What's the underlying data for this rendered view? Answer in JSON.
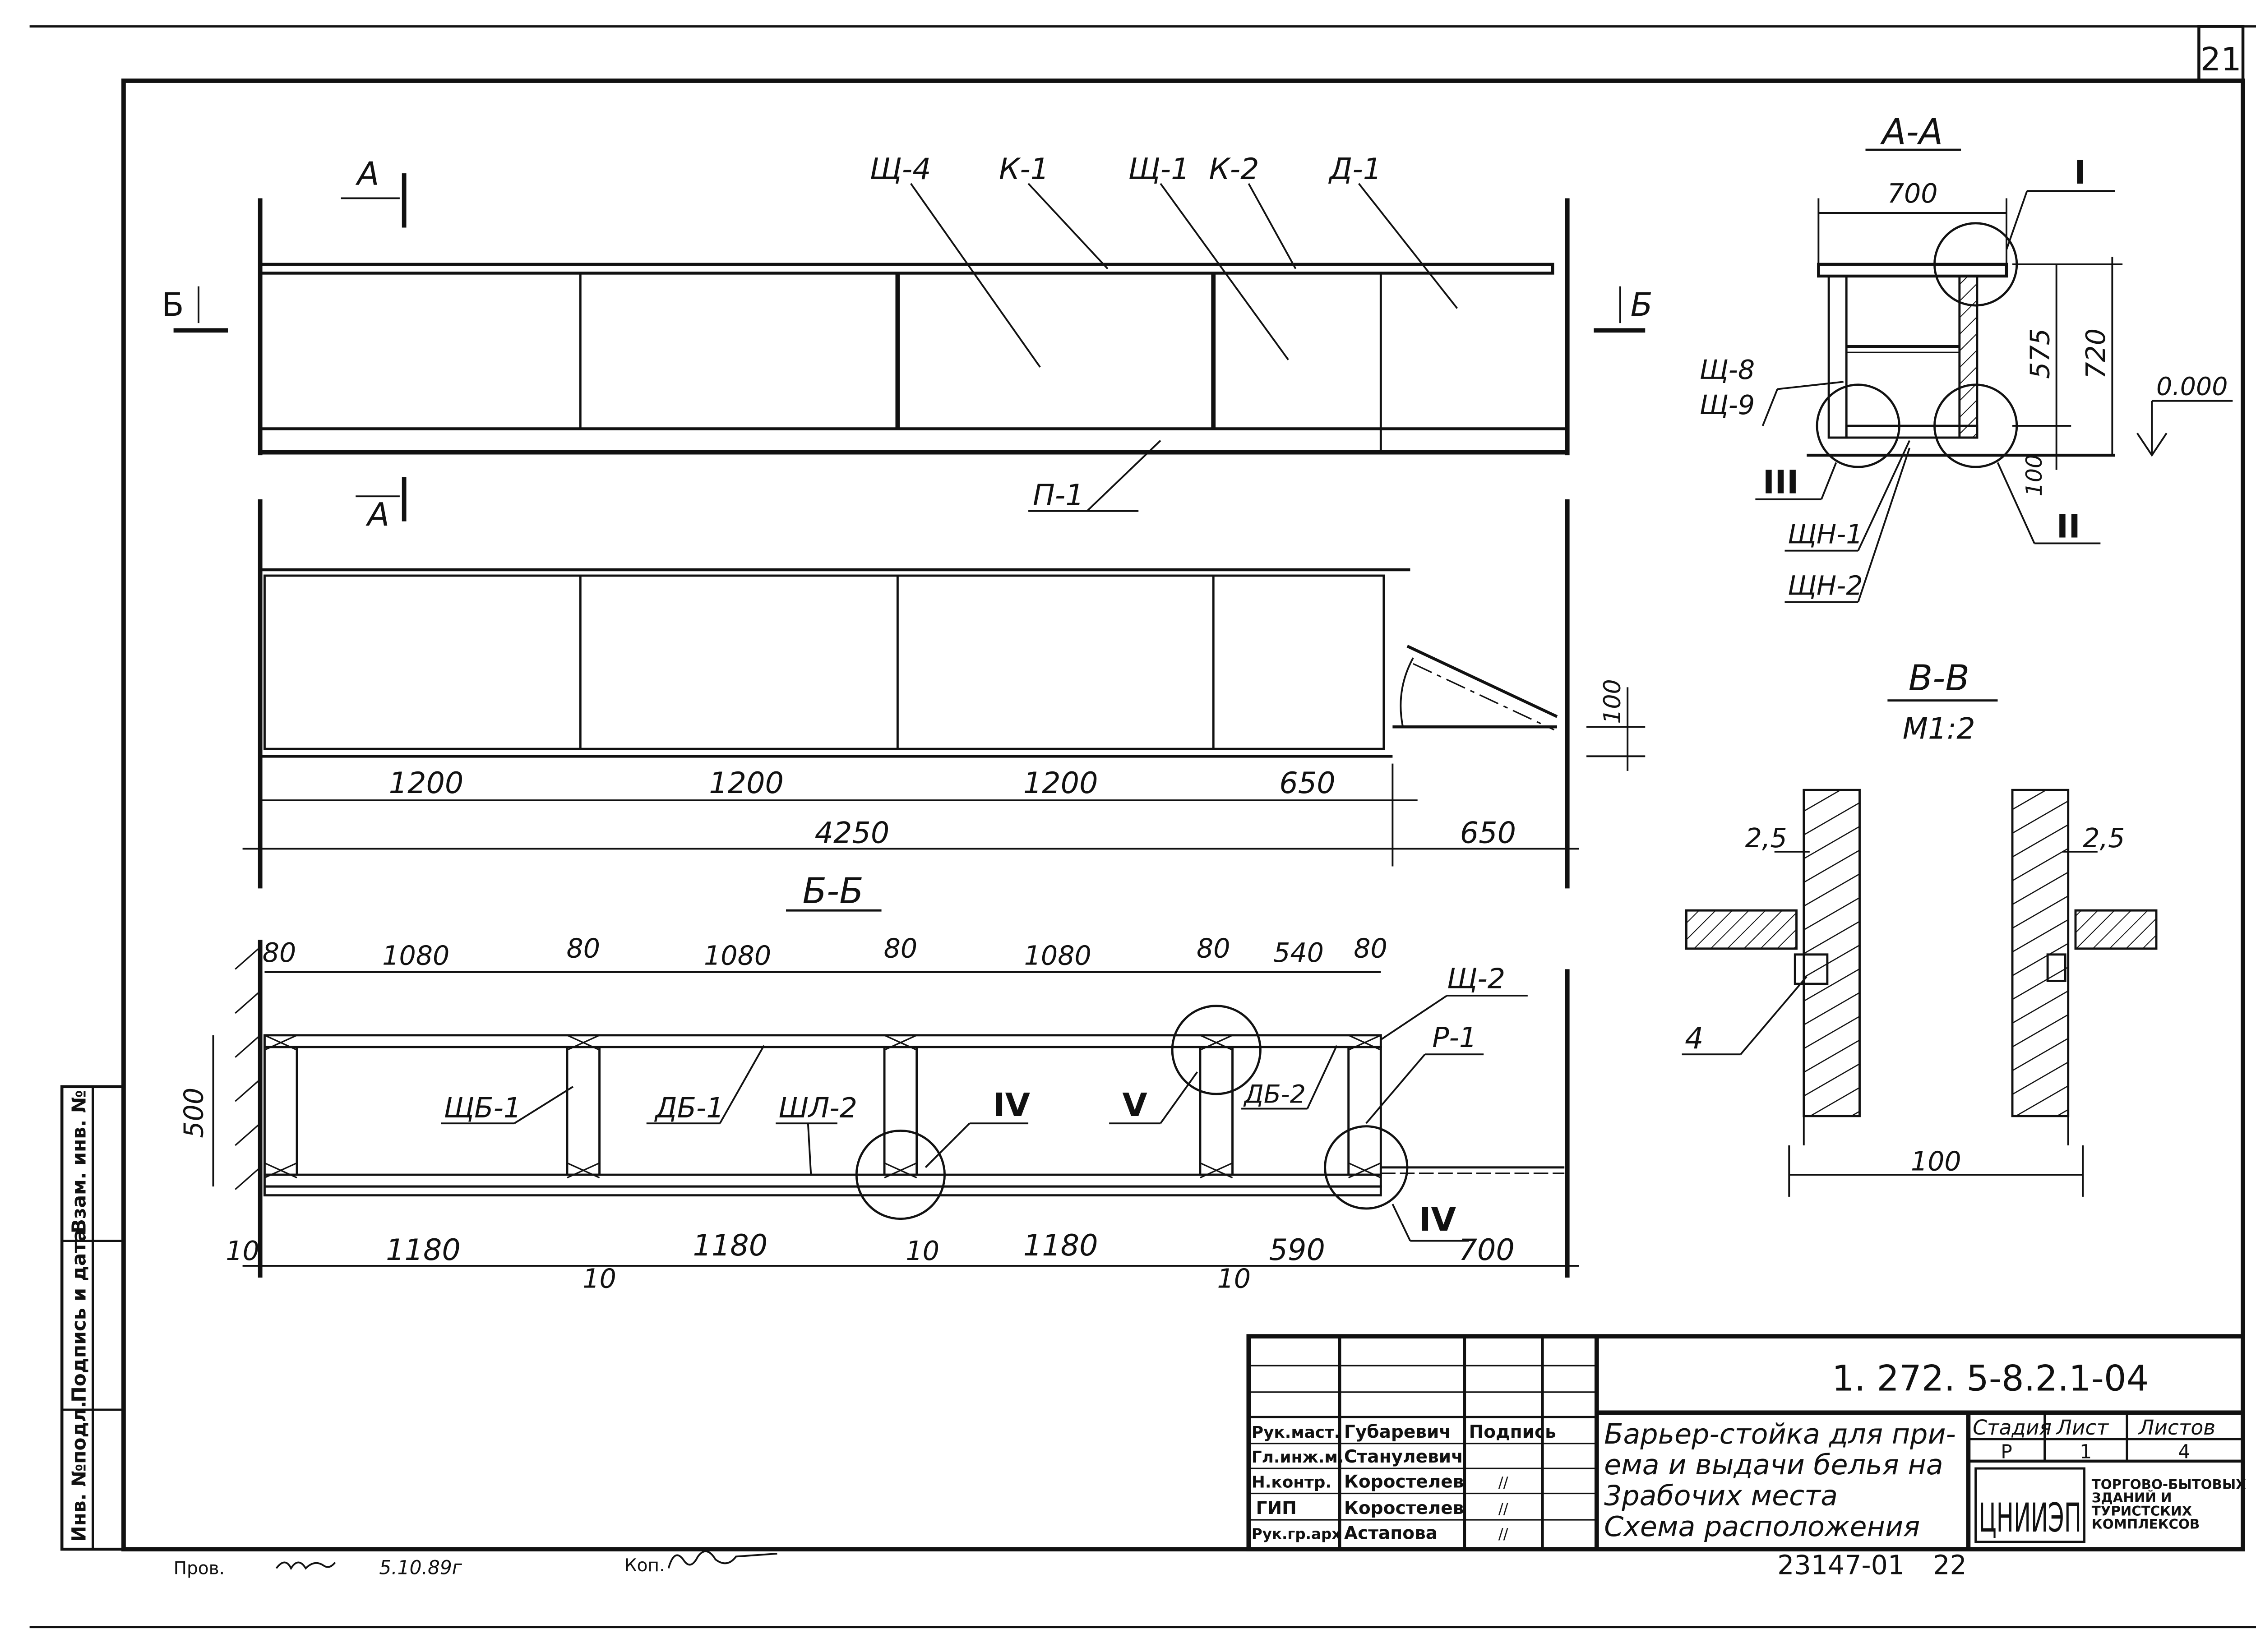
{
  "sheet": {
    "number": "21",
    "copy_code": "23147-01",
    "copy_page": "22",
    "footer": {
      "prov_label": "Пров.",
      "prov_date": "5.10.89г",
      "kop_label": "Коп."
    }
  },
  "left_strip": {
    "inv_podl": "Инв. №подл.",
    "podpis_data": "Подпись и дата",
    "vzam_inv": "Взам. инв. №"
  },
  "title_block": {
    "doc_code": "1. 272. 5-8.2.1-04",
    "title_lines": [
      "Барьер-стойка для при-",
      "ема и выдачи белья на",
      "3рабочих места",
      "Схема расположения"
    ],
    "stage_label": "Стадия",
    "sheet_label": "Лист",
    "sheets_label": "Листов",
    "stage": "Р",
    "sheet": "1",
    "sheets": "4",
    "org_logo": "ЦНИИЭП",
    "org_name": [
      "ТОРГОВО-БЫТОВЫХ",
      "ЗДАНИЙ И",
      "ТУРИСТСКИХ",
      "КОМПЛЕКСОВ"
    ],
    "signature_header": "Подпись",
    "staff": [
      {
        "role": "Рук.маст.",
        "name": "Губаревич",
        "sign": ""
      },
      {
        "role": "Гл.инж.м.",
        "name": "Станулевич",
        "sign": ""
      },
      {
        "role": "Н.контр.",
        "name": "Коростелев",
        "sign": "//"
      },
      {
        "role": "ГИП",
        "name": "Коростелев",
        "sign": "//"
      },
      {
        "role": "Рук.гр.арх",
        "name": "Астапова",
        "sign": "//"
      }
    ]
  },
  "elevation": {
    "cut_mark_a": "А",
    "cut_mark_b": "Б",
    "labels": [
      "Щ-4",
      "К-1",
      "Щ-1",
      "К-2",
      "Д-1",
      "П-1"
    ],
    "dims_top": [
      "1200",
      "1200",
      "1200",
      "650"
    ],
    "dim_total": "4250",
    "dim_extra": "650",
    "dim_flap": "100"
  },
  "section_bb": {
    "title": "Б-Б",
    "dims_top": [
      "80",
      "1080",
      "80",
      "1080",
      "80",
      "1080",
      "80",
      "540",
      "80"
    ],
    "dims_bottom": [
      "10",
      "1180",
      "10",
      "1180",
      "10",
      "1180",
      "10",
      "590",
      "700"
    ],
    "dim_depth": "500",
    "labels": [
      "ЩБ-1",
      "ДБ-1",
      "ШЛ-2",
      "ДБ-2",
      "Р-1",
      "Щ-2"
    ],
    "nodes": [
      "IV",
      "V",
      "IV"
    ]
  },
  "section_aa": {
    "title": "А-А",
    "dim_width": "700",
    "dim_575": "575",
    "dim_720": "720",
    "dim_100": "100",
    "level": "0.000",
    "labels": [
      "Щ-8",
      "Щ-9",
      "ЩН-1",
      "ЩН-2"
    ],
    "nodes": [
      "I",
      "II",
      "III"
    ]
  },
  "section_vv": {
    "title": "В-В",
    "scale": "М1:2",
    "dim_left": "2,5",
    "dim_right": "2,5",
    "dim_bottom": "100",
    "label": "4"
  }
}
